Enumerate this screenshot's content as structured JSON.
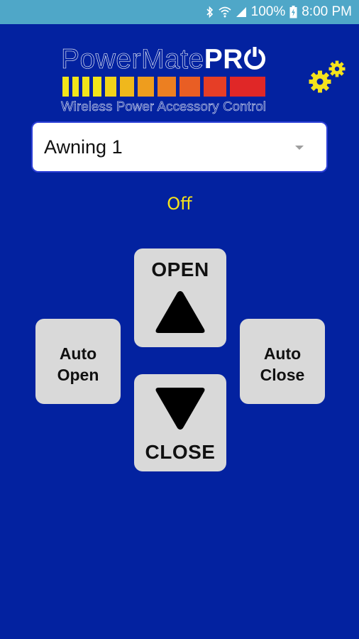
{
  "status_bar": {
    "battery_text": "100%",
    "time": "8:00 PM",
    "icons": [
      "bluetooth-icon",
      "wifi-icon",
      "signal-icon",
      "battery-icon"
    ]
  },
  "logo": {
    "title_plain": "PowerMate",
    "title_pro": "PR",
    "subtitle": "Wireless Power Accessory Control",
    "bar_colors": [
      "#f2e51a",
      "#f2e51a",
      "#f2e51a",
      "#f2e51a",
      "#f2d41a",
      "#f0b81c",
      "#ee9d1e",
      "#ec7f21",
      "#e95e24",
      "#e63e26",
      "#e02727"
    ]
  },
  "device_select": {
    "value": "Awning 1"
  },
  "state": {
    "text": "Off",
    "color": "#f7e31b"
  },
  "controls": {
    "open_label": "OPEN",
    "close_label": "CLOSE",
    "auto_open_line1": "Auto",
    "auto_open_line2": "Open",
    "auto_close_line1": "Auto",
    "auto_close_line2": "Close"
  },
  "colors": {
    "background": "#0322a0",
    "status_bar": "#4fa7c8",
    "button": "#d9d9d9",
    "gear": "#f4e21c"
  }
}
